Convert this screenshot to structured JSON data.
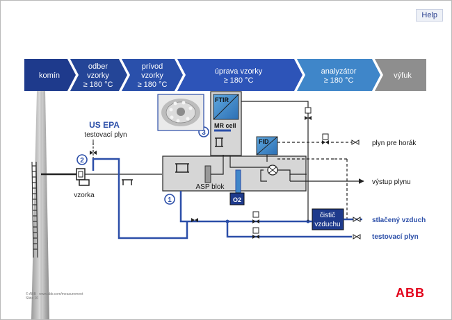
{
  "help_button": "Help",
  "process_steps": [
    {
      "line1": "komín",
      "line2": "",
      "line3": ""
    },
    {
      "line1": "odber",
      "line2": "vzorky",
      "line3": "≥ 180 °C"
    },
    {
      "line1": "prívod",
      "line2": "vzorky",
      "line3": "≥ 180 °C"
    },
    {
      "line1": "úprava vzorky",
      "line2": "≥ 180 °C",
      "line3": ""
    },
    {
      "line1": "analyzátor",
      "line2": "≥ 180 °C",
      "line3": ""
    },
    {
      "line1": "výfuk",
      "line2": "",
      "line3": ""
    }
  ],
  "labels": {
    "us_epa": "US EPA",
    "test_gas_small": "testovací plyn",
    "sample": "vzorka",
    "ftir": "FTIR",
    "mr_cell": "MR cell",
    "fid": "FID",
    "asp_block": "ASP blok",
    "o2": "O2",
    "air_cleaner_1": "čistič",
    "air_cleaner_2": "vzduchu",
    "burner_gas": "plyn pre horák",
    "gas_outlet": "výstup plynu",
    "compressed_air": "stlačený vzduch",
    "test_gas": "testovací plyn"
  },
  "markers": [
    "1",
    "2",
    "3"
  ],
  "footer": {
    "line1": "© ABB  ·  www.abb.com/measurement",
    "line2": "Slide 10"
  },
  "logo": "ABB",
  "colors": {
    "dark_blue": "#1e3a8c",
    "mid_blue": "#2d54b8",
    "light_blue": "#3f86c9",
    "grey_arrow": "#8e8e8e",
    "pipe_blue": "#2b4ea8",
    "accent_text": "#2b4ea8",
    "box_grey": "#d6d6d6",
    "abb_red": "#e2001a"
  }
}
